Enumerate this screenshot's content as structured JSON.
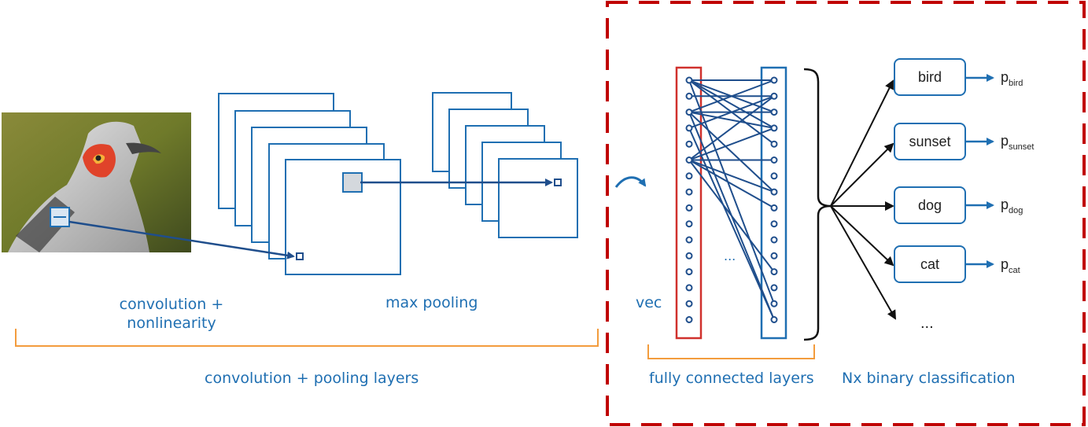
{
  "labels": {
    "conv_line1": "convolution +",
    "conv_line2": "nonlinearity",
    "max_pooling": "max pooling",
    "conv_pool_layers": "convolution + pooling layers",
    "vec": "vec",
    "fc_dots": "...",
    "fully_connected": "fully connected layers",
    "binary_classification": "Nx binary classification"
  },
  "classes": [
    {
      "name": "bird",
      "p": "p",
      "sub": "bird"
    },
    {
      "name": "sunset",
      "p": "p",
      "sub": "sunset"
    },
    {
      "name": "dog",
      "p": "p",
      "sub": "dog"
    },
    {
      "name": "cat",
      "p": "p",
      "sub": "cat"
    }
  ],
  "more_classes": "...",
  "colors": {
    "blue": "#1f6fb2",
    "dark_blue": "#1f4e8c",
    "red": "#d0312d",
    "dashed_red": "#c00000",
    "orange": "#f39c3d",
    "text_dark": "#1f1f1f"
  }
}
